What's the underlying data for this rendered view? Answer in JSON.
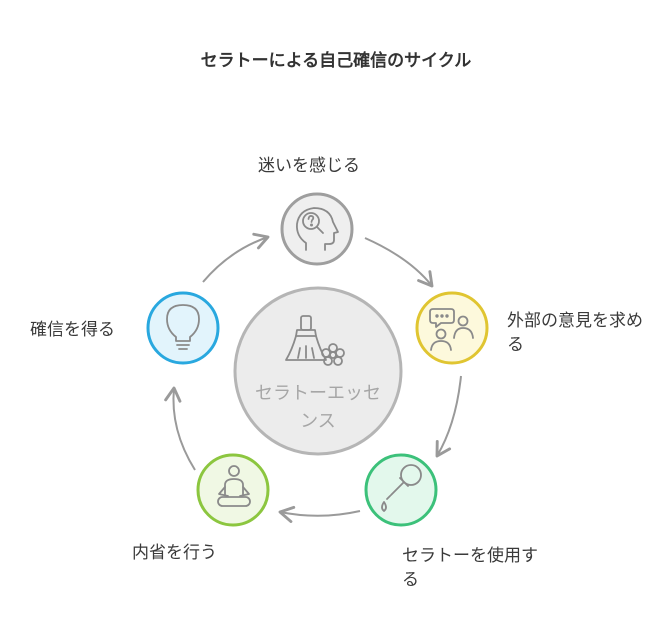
{
  "title": "セラトーによる自己確信のサイクル",
  "center": {
    "label": "セラトーエッセンス",
    "icon": "broom-flower-icon"
  },
  "steps": [
    {
      "label": "迷いを感じる",
      "icon": "question-head-icon",
      "color": "#9e9e9e",
      "fill": "#efefef"
    },
    {
      "label": "外部の意見を求める",
      "icon": "people-chat-icon",
      "color": "#e0c531",
      "fill": "#fdf9dc"
    },
    {
      "label": "セラトーを使用する",
      "icon": "dropper-icon",
      "color": "#3cc17a",
      "fill": "#e3f8ec"
    },
    {
      "label": "内省を行う",
      "icon": "meditation-icon",
      "color": "#8cc63f",
      "fill": "#f0f8e4"
    },
    {
      "label": "確信を得る",
      "icon": "lightbulb-icon",
      "color": "#29a8df",
      "fill": "#e2f4fc"
    }
  ],
  "colors": {
    "center_stroke": "#b5b5b5",
    "center_fill": "#ececec",
    "arrow": "#9a9a9a",
    "icon": "#8a8a8a"
  }
}
